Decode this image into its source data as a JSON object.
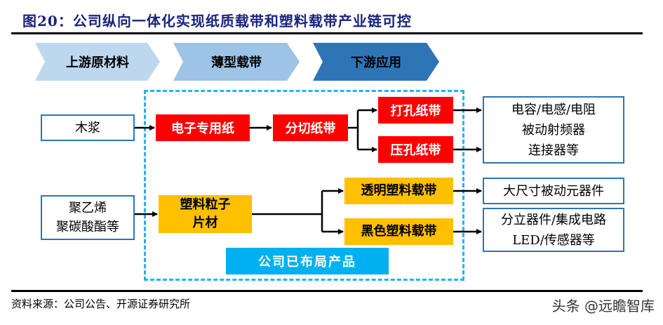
{
  "title": "图20：公司纵向一体化实现纸质载带和塑料载带产业链可控",
  "stages": [
    {
      "label": "上游原材料",
      "color": "#bdd7ee"
    },
    {
      "label": "薄型载带",
      "color": "#9dc3e6"
    },
    {
      "label": "下游应用",
      "color": "#2e75b6"
    }
  ],
  "upstream": {
    "wood_pulp": "木浆",
    "plastics": [
      "聚乙烯",
      "聚碳酸酯等"
    ]
  },
  "paper_chain": {
    "electronic_paper": "电子专用纸",
    "slit_paper_tape": "分切纸带",
    "punched_paper_tape": "打孔纸带",
    "pressed_paper_tape": "压孔纸带"
  },
  "plastic_chain": {
    "pellets_sheet": [
      "塑料粒子",
      "片材"
    ],
    "transparent_tape": "透明塑料载带",
    "black_tape": "黑色塑料载带"
  },
  "downstream": {
    "paper_apps": [
      "电容/电感/电阻",
      "被动射频器",
      "连接器等"
    ],
    "large_passive": "大尺寸被动元器件",
    "discrete_apps": [
      "分立器件/集成电路",
      "LED/传感器等"
    ]
  },
  "company_badge": "公司已布局产品",
  "colors": {
    "title": "#1a237e",
    "red_box": "#ff0000",
    "yellow_box": "#ffc000",
    "badge": "#00b0f0",
    "dash_border": "#1eb4ec",
    "box_border": "#2e75b6"
  },
  "footer": {
    "source": "资料来源：公司公告、开源证券研究所",
    "watermark": "头条 @远瞻智库"
  }
}
